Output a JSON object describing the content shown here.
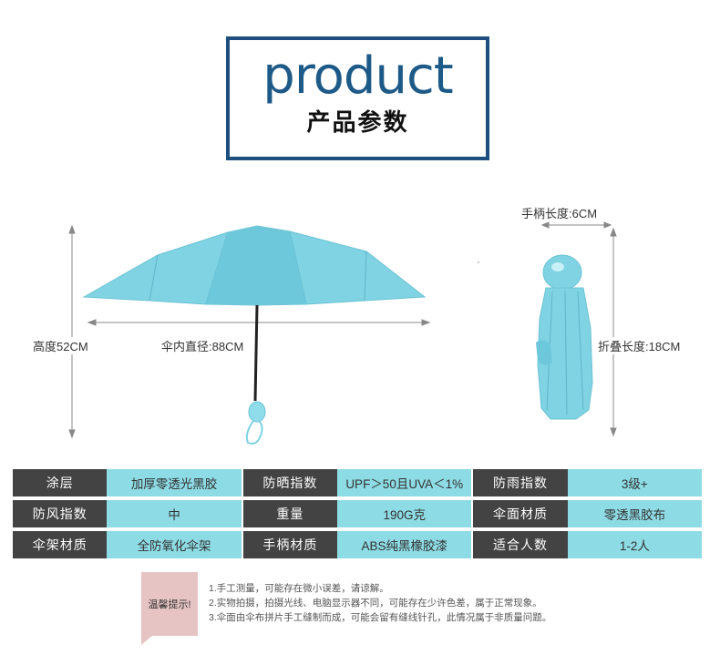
{
  "header": {
    "title_en": "product",
    "title_cn": "产品参数"
  },
  "dimensions": {
    "height": "高度52CM",
    "inner_diameter": "伞内直径:88CM",
    "handle_length": "手柄长度:6CM",
    "folded_length": "折叠长度:18CM"
  },
  "colors": {
    "canopy": "#7fd3e3",
    "spec_key_bg": "#434343",
    "spec_value_bg": "#8ddbe4",
    "title_border": "#1e4f7e",
    "note_tag_bg": "#e6c4c4"
  },
  "specs": [
    [
      {
        "key": "涂层",
        "value": "加厚零透光黑胶"
      },
      {
        "key": "防晒指数",
        "value": "UPF＞50且UVA＜1%"
      },
      {
        "key": "防雨指数",
        "value": "3级+"
      }
    ],
    [
      {
        "key": "防风指数",
        "value": "中"
      },
      {
        "key": "重量",
        "value": "190G克"
      },
      {
        "key": "伞面材质",
        "value": "零透黑胶布"
      }
    ],
    [
      {
        "key": "伞架材质",
        "value": "全防氧化伞架"
      },
      {
        "key": "手柄材质",
        "value": "ABS纯黑橡胶漆"
      },
      {
        "key": "适合人数",
        "value": "1-2人"
      }
    ]
  ],
  "notes": {
    "tag": "温馨提示!",
    "items": [
      "1.手工测量，可能存在微小误差，请谅解。",
      "2.实物拍摄，拍摄光线、电脑显示器不同，可能存在少许色差，属于正常现象。",
      "3.伞面由伞布拼片手工缝制而成，可能会留有缝线针孔，此情况属于非质量问题。"
    ]
  }
}
